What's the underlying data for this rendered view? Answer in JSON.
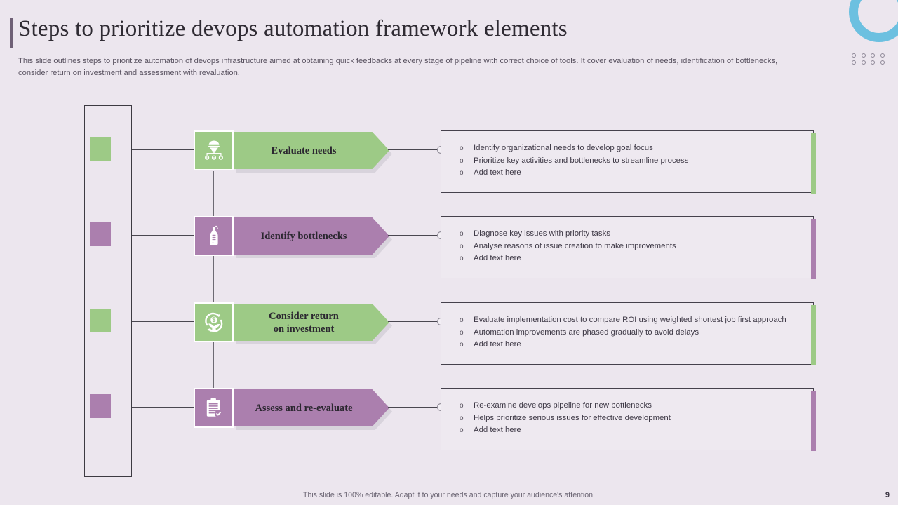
{
  "slide": {
    "title": "Steps to prioritize devops automation framework elements",
    "subtitle": "This slide outlines steps to prioritize automation of devops infrastructure aimed at obtaining quick feedbacks at every stage of pipeline with correct choice of tools. It cover evaluation of needs, identification of bottlenecks, consider return on investment and assessment with revaluation.",
    "footer_note": "This slide is 100% editable. Adapt it to your needs and capture your audience's attention.",
    "page_number": "9",
    "background_color": "#ece6ee"
  },
  "decoration": {
    "ring_color": "#6cc0e0",
    "dot_border_color": "#8d8796",
    "dot_count": 8
  },
  "palette": {
    "green": "#9dca86",
    "purple": "#ab7fae",
    "outline": "#3d3a42",
    "panel_bg": "#eee9f0"
  },
  "steps": [
    {
      "label": "Evaluate needs",
      "color": "#9dca86",
      "icon": "org-needs-network-icon",
      "bullets": [
        "Identify organizational needs to develop goal focus",
        "Prioritize key activities and bottlenecks to streamline process",
        "Add text here"
      ]
    },
    {
      "label": "Identify bottlenecks",
      "color": "#ab7fae",
      "icon": "bottle-neck-icon",
      "bullets": [
        "Diagnose key issues with priority tasks",
        "Analyse reasons of issue creation to make improvements",
        "Add text here"
      ]
    },
    {
      "label": "Consider return\non investment",
      "color": "#9dca86",
      "icon": "roi-money-growth-icon",
      "bullets": [
        "Evaluate implementation cost to compare ROI using weighted shortest job first approach",
        "Automation improvements are phased gradually to avoid delays",
        "Add text here"
      ]
    },
    {
      "label": "Assess and re-evaluate",
      "color": "#ab7fae",
      "icon": "clipboard-check-icon",
      "bullets": [
        "Re-examine develops pipeline for new bottlenecks",
        "Helps prioritize serious issues for effective development",
        "Add text here"
      ]
    }
  ]
}
